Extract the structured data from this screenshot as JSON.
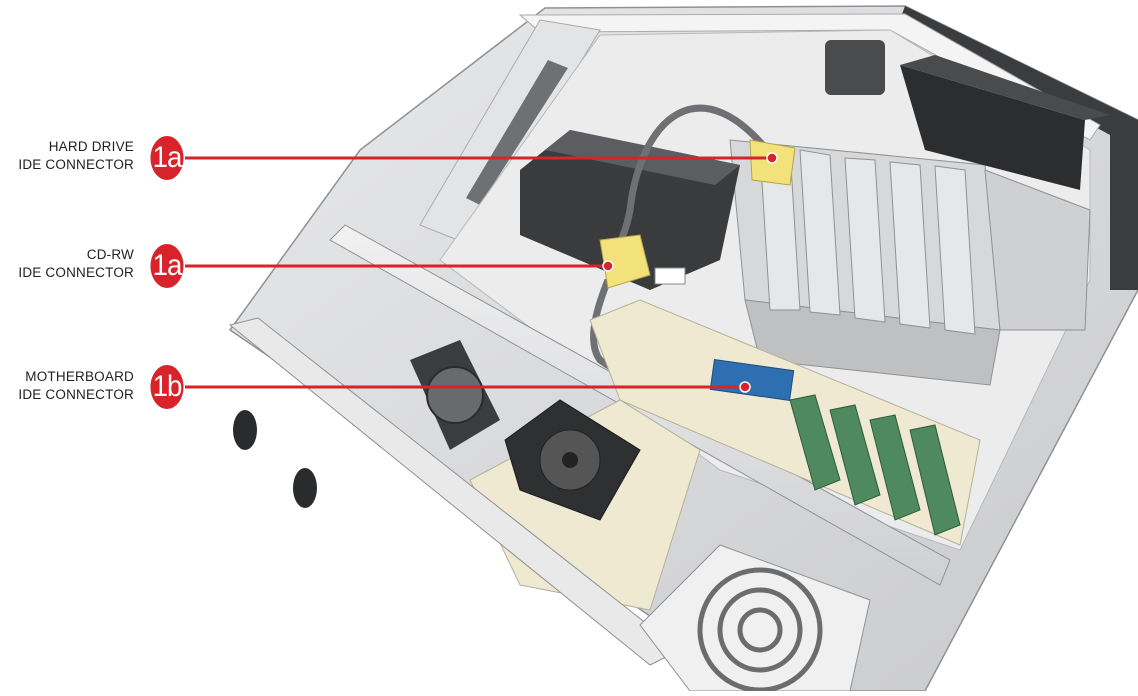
{
  "callouts": [
    {
      "line1": "HARD DRIVE",
      "line2": "IDE CONNECTOR",
      "badge": "1a"
    },
    {
      "line1": "CD-RW",
      "line2": "IDE CONNECTOR",
      "badge": "1a"
    },
    {
      "line1": "MOTHERBOARD",
      "line2": "IDE CONNECTOR",
      "badge": "1b"
    }
  ],
  "colors": {
    "callout_red": "#d8232a",
    "chassis": "#d9dadb",
    "chassis_dark": "#8f9194",
    "ide_connector": "#f3e27a",
    "motherboard": "#efe9d2",
    "circuit_card": "#4f8a5e"
  }
}
